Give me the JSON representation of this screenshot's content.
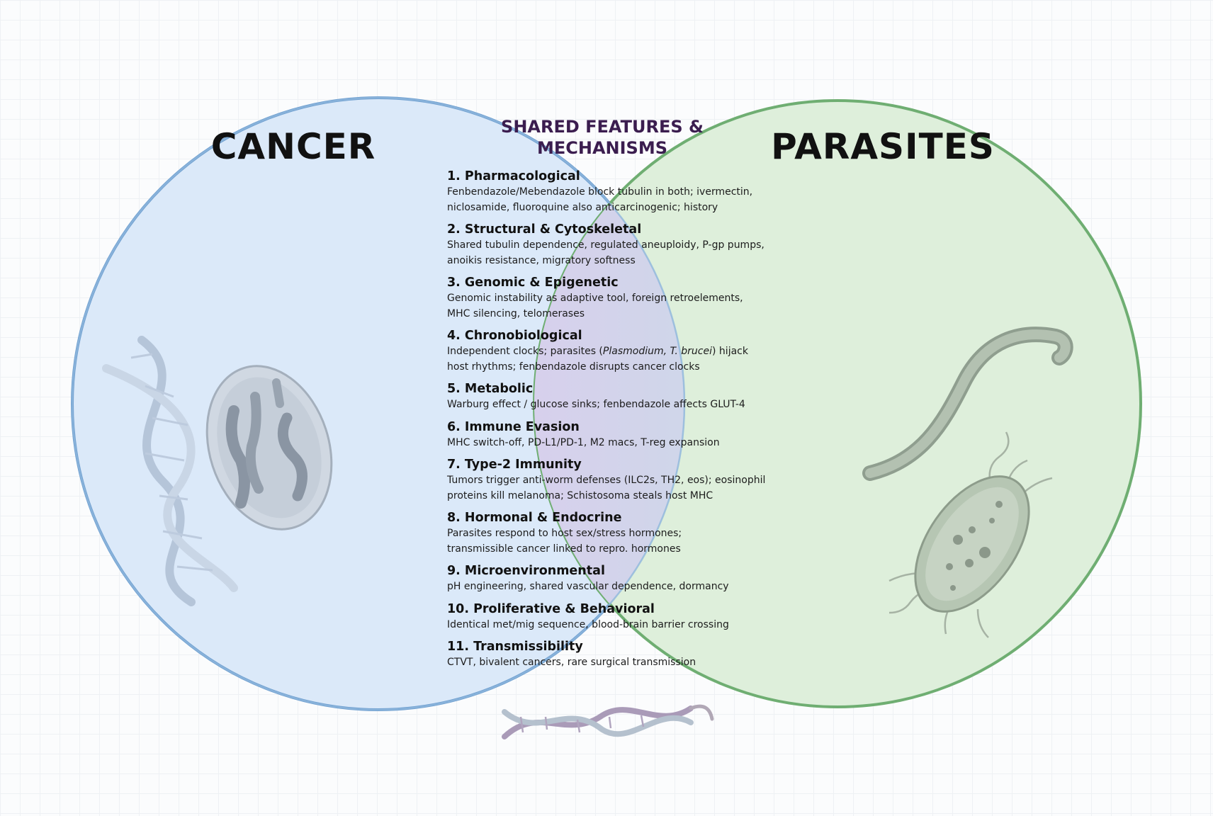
{
  "diagram": {
    "left_set": {
      "label": "CANCER",
      "color": "#6f9fd0",
      "fill": "#dbe9f9"
    },
    "right_set": {
      "label": "PARASITES",
      "color": "#6fae72",
      "fill": "#deefdb"
    },
    "intersection": {
      "heading_line1": "SHARED FEATURES &",
      "heading_line2": "MECHANISMS",
      "heading_color": "#3b1d4f",
      "features": [
        {
          "title": "1. Pharmacological",
          "desc": "Fenbendazole/Mebendazole block tubulin in both; ivermectin,\nniclosamide, fluoroquine also anticarcinogenic; history"
        },
        {
          "title": "2. Structural & Cytoskeletal",
          "desc": "Shared tubulin dependence, regulated aneuploidy, P-gp pumps,\nanoikis resistance, migratory softness"
        },
        {
          "title": "3. Genomic & Epigenetic",
          "desc": "Genomic instability as adaptive tool, foreign retroelements,\nMHC silencing, telomerases"
        },
        {
          "title": "4. Chronobiological",
          "desc_before": "Independent clocks; parasites (",
          "desc_italic": "Plasmodium, T. brucei",
          "desc_after": ") hijack\nhost rhythms; fenbendazole disrupts cancer clocks"
        },
        {
          "title": "5. Metabolic",
          "desc": "Warburg effect / glucose sinks; fenbendazole affects GLUT-4"
        },
        {
          "title": "6. Immune Evasion",
          "desc": "MHC switch-off, PD-L1/PD-1, M2 macs, T-reg expansion"
        },
        {
          "title": "7. Type-2 Immunity",
          "desc": "Tumors trigger anti-worm defenses (ILC2s, TH2, eos); eosinophil\nproteins kill melanoma; Schistosoma steals host MHC"
        },
        {
          "title": "8. Hormonal & Endocrine",
          "desc": "Parasites respond to host sex/stress hormones;\ntransmissible cancer linked to repro. hormones"
        },
        {
          "title": "9. Microenvironmental",
          "desc": "pH engineering, shared vascular dependence, dormancy"
        },
        {
          "title": "10. Proliferative & Behavioral",
          "desc": "Identical met/mig sequence, blood-brain barrier crossing"
        },
        {
          "title": "11. Transmissibility",
          "desc": "CTVT, bivalent cancers, rare surgical transmission"
        }
      ]
    },
    "illustrations": [
      "dna-helix-icon",
      "dividing-cell-icon",
      "worm-icon",
      "bacterium-icon",
      "helix-worm-hybrid-icon"
    ]
  }
}
